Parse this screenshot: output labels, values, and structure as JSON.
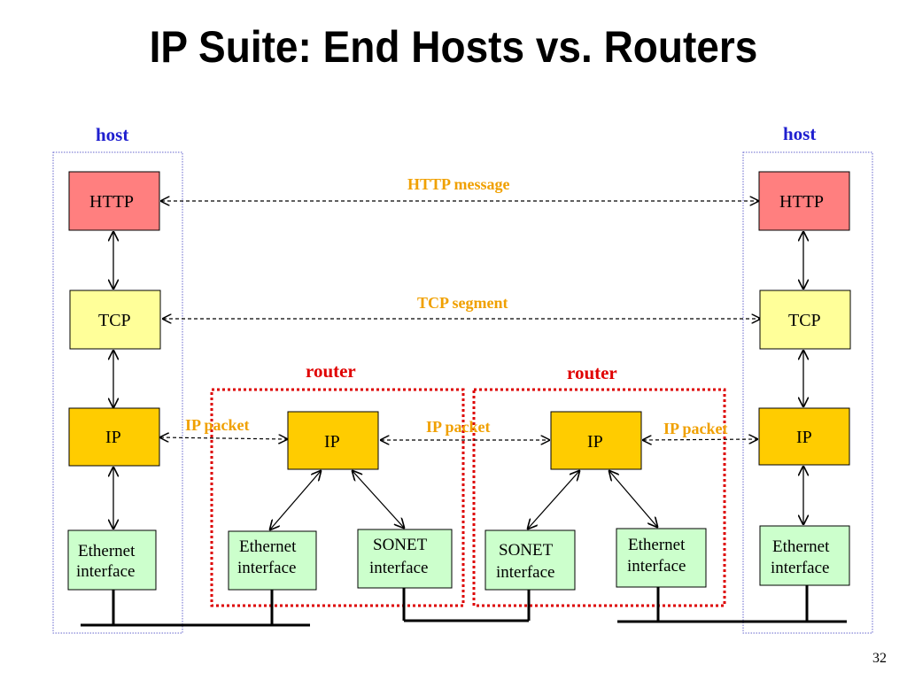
{
  "title": "IP Suite: End Hosts vs. Routers",
  "labels": {
    "host_left": "host",
    "host_right": "host",
    "router_left": "router",
    "router_right": "router",
    "http_message": "HTTP message",
    "tcp_segment": "TCP segment",
    "ip_packet_1": "IP packet",
    "ip_packet_2": "IP packet",
    "ip_packet_3": "IP packet"
  },
  "host_left": {
    "http": "HTTP",
    "tcp": "TCP",
    "ip": "IP",
    "eth_line1": "Ethernet",
    "eth_line2": "interface"
  },
  "router_left": {
    "ip": "IP",
    "eth_line1": "Ethernet",
    "eth_line2": "interface",
    "sonet_line1": "SONET",
    "sonet_line2": "interface"
  },
  "router_right": {
    "ip": "IP",
    "sonet_line1": "SONET",
    "sonet_line2": "interface",
    "eth_line1": "Ethernet",
    "eth_line2": "interface"
  },
  "host_right": {
    "http": "HTTP",
    "tcp": "TCP",
    "ip": "IP",
    "eth_line1": "Ethernet",
    "eth_line2": "interface"
  },
  "page_number": "32",
  "colors": {
    "http": "#ff7f7f",
    "tcp": "#ffff99",
    "ip": "#ffcc00",
    "interface": "#ccffcc",
    "host_border": "#6666cc",
    "router_border": "#dd0000",
    "msg_label": "#f0a000"
  }
}
